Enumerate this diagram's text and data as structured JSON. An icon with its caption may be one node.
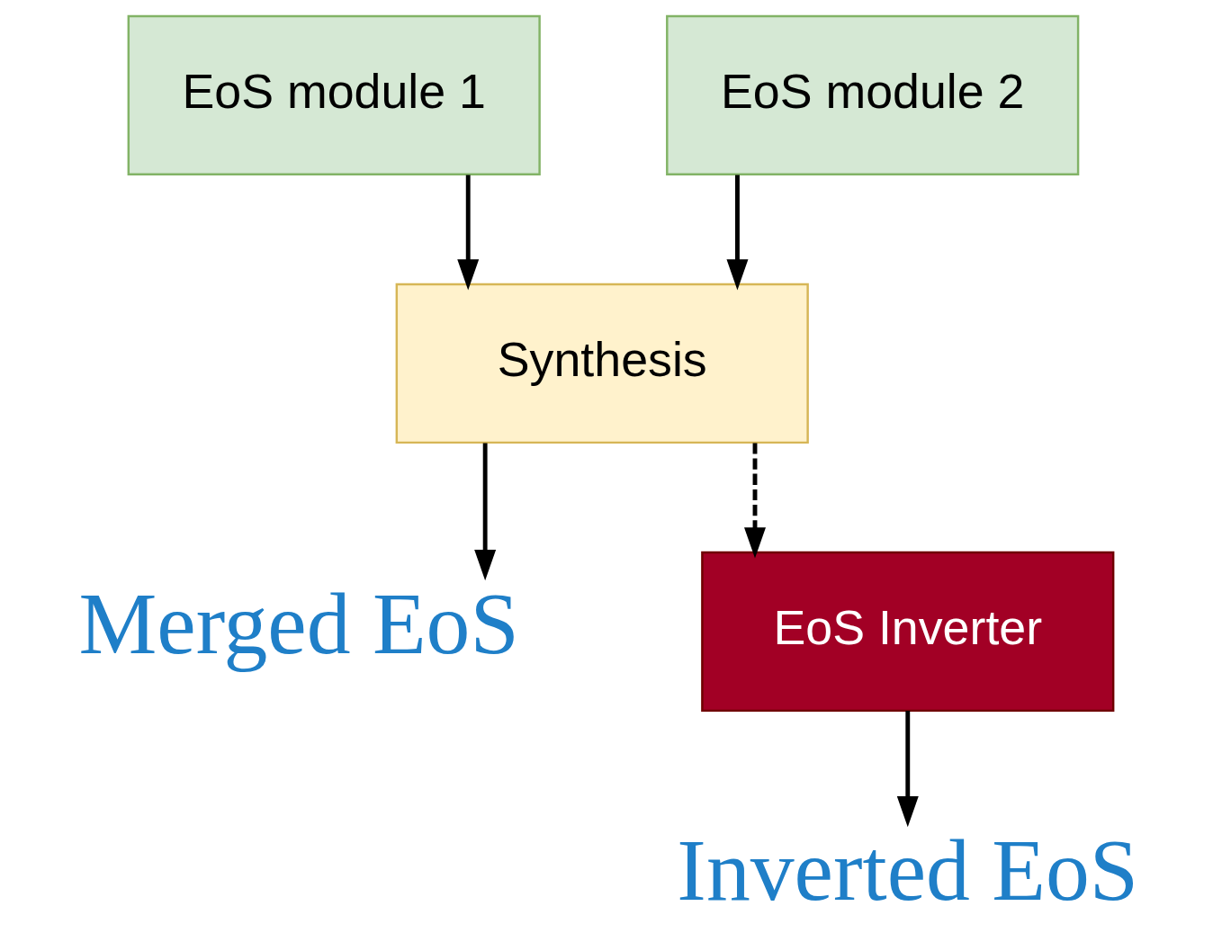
{
  "diagram": {
    "nodes": [
      {
        "text": [
          "EoS module 1"
        ]
      },
      {
        "text": [
          "EoS module 2"
        ]
      },
      {
        "text": [
          "Synthesis"
        ]
      },
      {
        "text": [
          "Merged EoS"
        ]
      },
      {
        "text": [
          "EoS Inverter"
        ]
      },
      {
        "text": [
          "Inverted EoS"
        ]
      }
    ],
    "edges": [
      {
        "from": 0,
        "to": 2,
        "arrow": "to"
      },
      {
        "from": 1,
        "to": 2,
        "arrow": "to"
      },
      {
        "from": 2,
        "to": 3,
        "arrow": "to"
      },
      {
        "from": 2,
        "to": 4,
        "arrow": "to",
        "style": "dashed"
      },
      {
        "from": 4,
        "to": 5,
        "arrow": "to"
      }
    ]
  }
}
